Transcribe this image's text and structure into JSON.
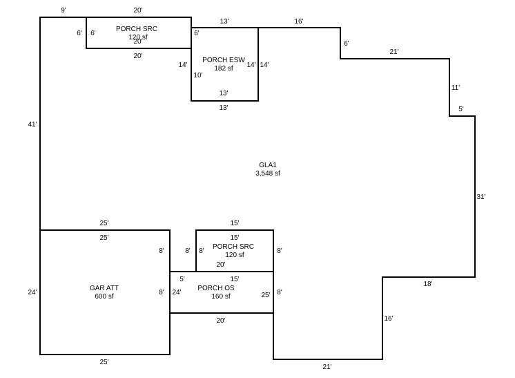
{
  "areas": {
    "gla1": {
      "name": "GLA1",
      "area": "3,548 sf"
    },
    "porch_src_top": {
      "name": "PORCH SRC",
      "area": "120 sf"
    },
    "porch_esw": {
      "name": "PORCH ESW",
      "area": "182 sf"
    },
    "gar_att": {
      "name": "GAR ATT",
      "area": "600 sf"
    },
    "porch_src_mid": {
      "name": "PORCH SRC",
      "area": "120 sf"
    },
    "porch_os": {
      "name": "PORCH OS",
      "area": "160 sf"
    }
  },
  "dims": {
    "top_9": "9'",
    "top_20": "20'",
    "src_l_out": "6'",
    "src_l_in": "6'",
    "src_bot_in": "20'",
    "src_bot_out": "20'",
    "esw_top": "13'",
    "esw_tl": "6'",
    "esw_l": "14'",
    "esw_l_in": "10'",
    "esw_r_in": "14'",
    "esw_r": "14'",
    "esw_bot_in": "13'",
    "esw_bot": "13'",
    "top_16": "16'",
    "step_6": "6'",
    "run_21": "21'",
    "drop_11": "11'",
    "step_5": "5'",
    "right_31": "31'",
    "step_18": "18'",
    "drop_16": "16'",
    "bot_21": "21'",
    "left_41": "41'",
    "gar_top_out": "25'",
    "gar_top_in": "25'",
    "gar_r": "8'",
    "gar_r2": "8'",
    "gar_l": "24'",
    "gar_bot": "25'",
    "src2_top_out": "15'",
    "src2_top_in": "15'",
    "src2_l_out": "8'",
    "src2_l_in": "8'",
    "src2_r": "8'",
    "src2_bot": "20'",
    "os_5": "5'",
    "os_15": "15'",
    "os_l": "24'",
    "os_r_in": "25'",
    "os_r": "8'",
    "os_bot": "20'"
  }
}
